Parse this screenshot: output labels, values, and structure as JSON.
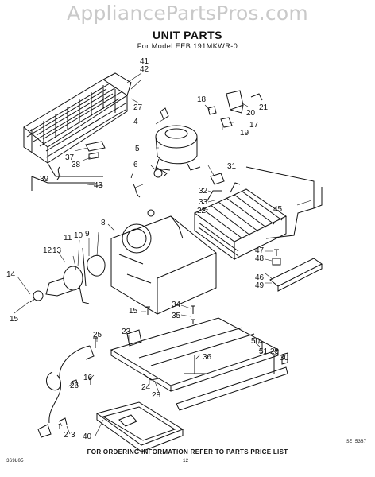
{
  "watermark": "AppliancePartsPros.com",
  "title": "UNIT PARTS",
  "subtitle": "For Model EEB 191MKWR-0",
  "footer": "FOR ORDERING INFORMATION REFER TO PARTS PRICE LIST",
  "code_left": "369L05",
  "code_center": "12",
  "code_right": "SE 5387",
  "part_numbers": [
    "41",
    "42",
    "27",
    "18",
    "21",
    "20",
    "17",
    "19",
    "4",
    "5",
    "6",
    "7",
    "31",
    "32",
    "33",
    "22",
    "45",
    "37",
    "38",
    "39",
    "43",
    "8",
    "47",
    "48",
    "46",
    "49",
    "9",
    "10",
    "11",
    "12",
    "13",
    "14",
    "15",
    "15",
    "34",
    "35",
    "23",
    "36",
    "25",
    "16",
    "24",
    "28",
    "50",
    "51",
    "29",
    "30",
    "26",
    "1",
    "2",
    "3",
    "40"
  ]
}
